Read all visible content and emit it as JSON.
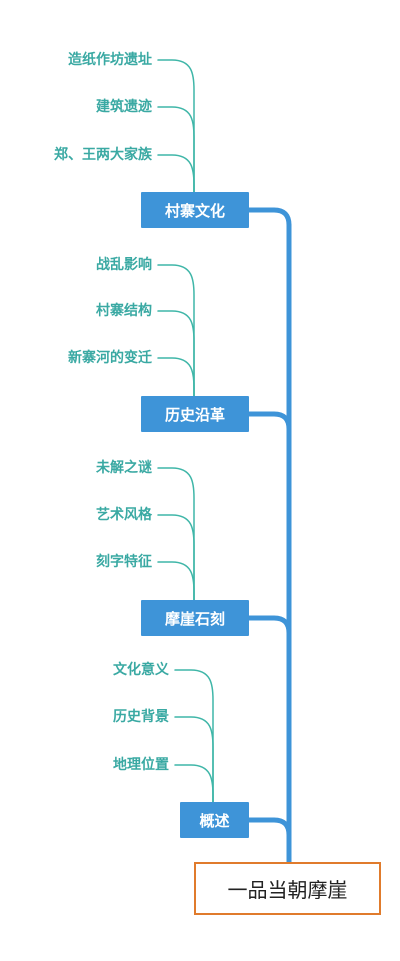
{
  "root": {
    "label": "一品当朝摩崖"
  },
  "branches": [
    {
      "label": "村寨文化",
      "items": [
        "造纸作坊遗址",
        "建筑遗迹",
        "郑、王两大家族"
      ]
    },
    {
      "label": "历史沿革",
      "items": [
        "战乱影响",
        "村寨结构",
        "新寨河的变迁"
      ]
    },
    {
      "label": "摩崖石刻",
      "items": [
        "未解之谜",
        "艺术风格",
        "刻字特征"
      ]
    },
    {
      "label": "概述",
      "items": [
        "文化意义",
        "历史背景",
        "地理位置"
      ]
    }
  ],
  "colors": {
    "trunk": "#3e94d8",
    "leaf_line": "#3fb6a8",
    "leaf_text": "#3aa9a3",
    "root_border": "#e07b2c"
  }
}
